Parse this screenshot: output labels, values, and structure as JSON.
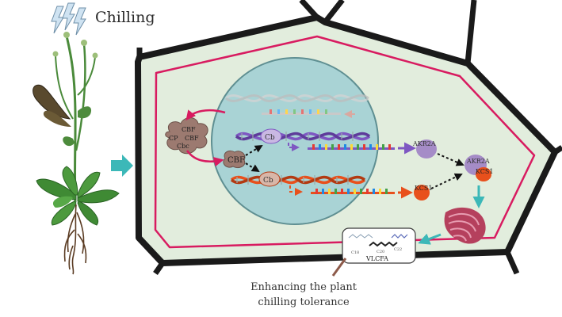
{
  "title": "Chilling",
  "caption_line1": "Enhancing the plant",
  "caption_line2": "chilling tolerance",
  "labels": {
    "cbf_cluster_1": "CBF",
    "cbf_cluster_2": "CP",
    "cbf_cluster_3": "CBF",
    "cbf_cluster_4": "Cbc",
    "cbf_nucleus": "CBF",
    "cb_upper": "Cb",
    "cb_lower": "Cb",
    "akr2a": "AKR2A",
    "kcs1": "KCS1",
    "complex_akr2a": "AKR2A",
    "complex_kcs1": "KCS1",
    "vlcfa": "VLCFA",
    "c18": "C18",
    "c20": "C20",
    "c22": "C22"
  },
  "colors": {
    "cell_wall": "#1a1a1a",
    "membrane": "#d81b60",
    "cytoplasm": "#e2eddd",
    "nucleus": "#a9d3d5",
    "akr2a": "#a58cc7",
    "kcs1": "#e8501c",
    "teal_arrow": "#3cb8b8",
    "cbf_protein": "#9c7a70",
    "golgi": "#b5405d"
  }
}
